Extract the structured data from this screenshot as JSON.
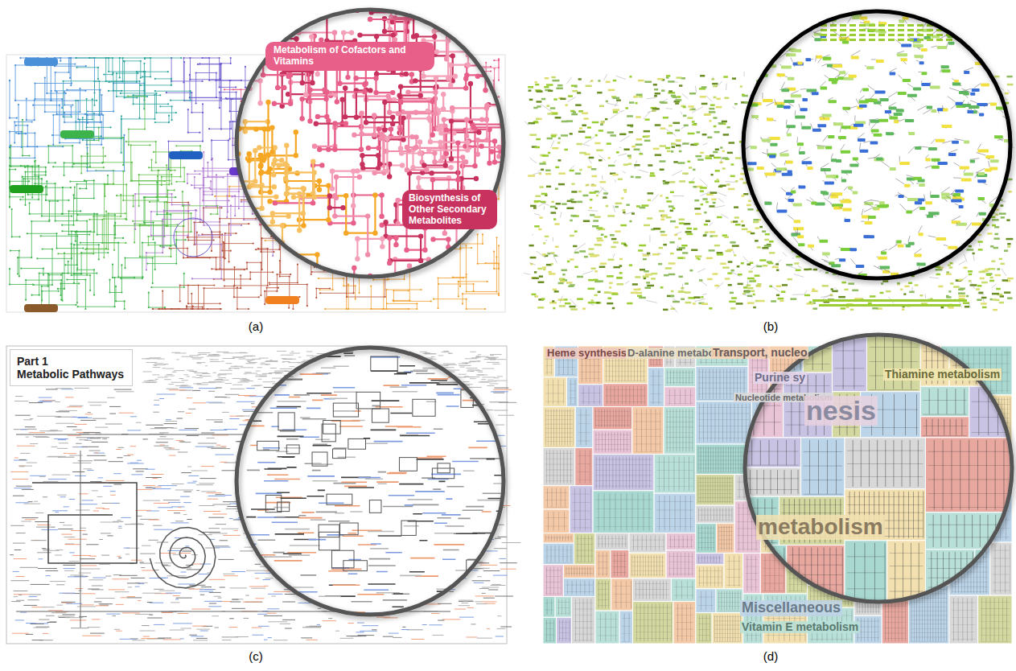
{
  "diagram": {
    "nodes": [
      {
        "text": [
          "Metabolism of Cofactors and Vitamins"
        ]
      },
      {
        "text": [
          "Biosynthesis of Other Secondary Metabolites"
        ]
      },
      {
        "text": [
          "Part 1",
          "Metabolic Pathways"
        ]
      }
    ],
    "labels": [
      "(a)",
      "(b)",
      "(c)",
      "(d)",
      "Heme synthesis",
      "D-alanine metabolism",
      "Transport, nucleo",
      "Purine sy",
      "Nucleotide metabolism",
      "Thiamine metabolism",
      "nesis",
      "metabolism",
      "Miscellaneous",
      "Vitamin E metabolism"
    ]
  }
}
